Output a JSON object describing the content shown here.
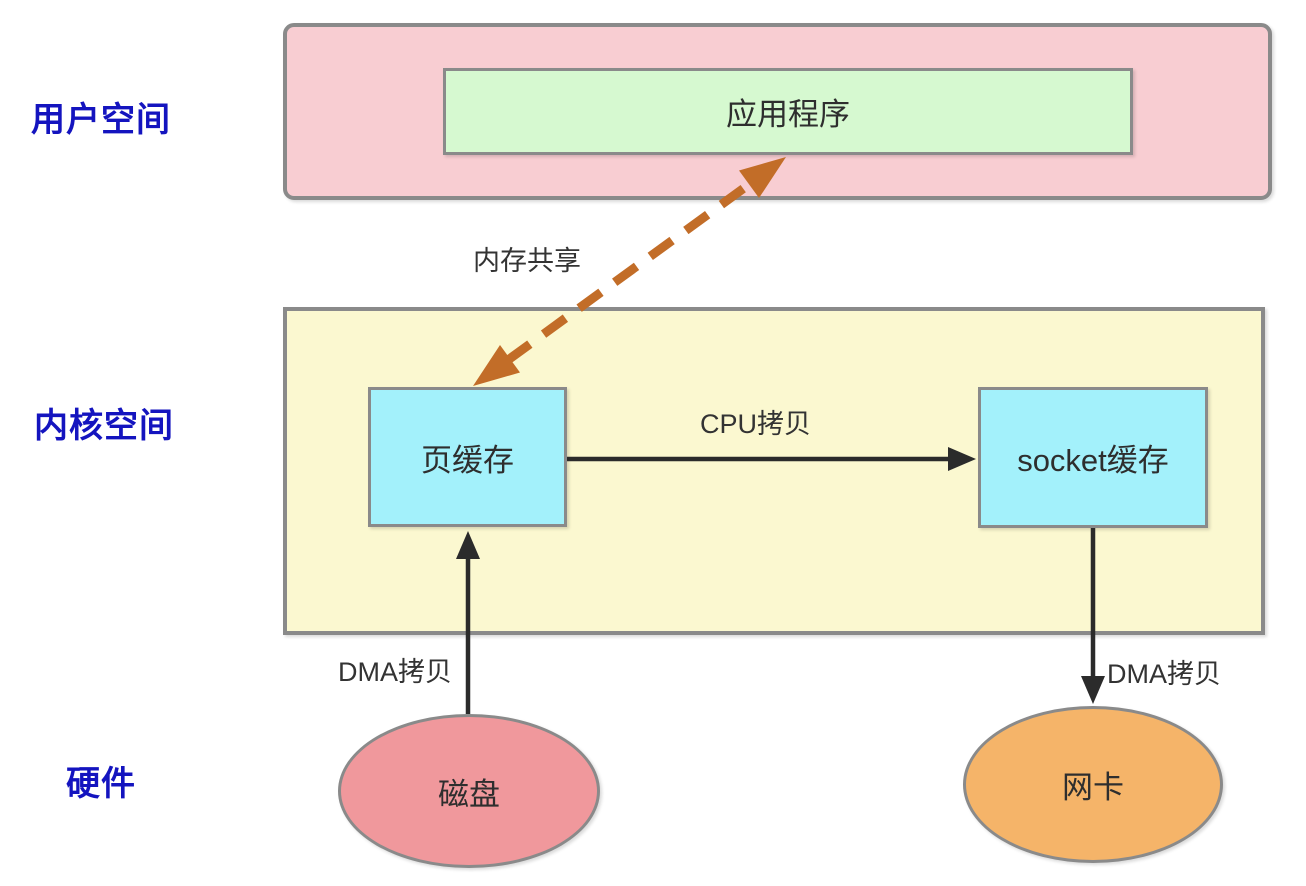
{
  "diagram": {
    "layer_labels": {
      "user_space": "用户空间",
      "kernel_space": "内核空间",
      "hardware": "硬件"
    },
    "nodes": {
      "application": "应用程序",
      "page_cache": "页缓存",
      "socket_cache": "socket缓存",
      "disk": "磁盘",
      "nic": "网卡"
    },
    "edge_labels": {
      "memory_share": "内存共享",
      "cpu_copy": "CPU拷贝",
      "dma_copy_disk": "DMA拷贝",
      "dma_copy_nic": "DMA拷贝"
    },
    "colors": {
      "user_space_fill": "#f8cdd2",
      "application_fill": "#d6f9d0",
      "kernel_fill": "#fbf8d0",
      "cache_fill": "#a3f1fb",
      "disk_fill": "#f0989c",
      "nic_fill": "#f5b469",
      "shape_border": "#8a8a8a",
      "layer_label_text": "#1414bf",
      "node_text": "#2e2e2e",
      "arrow_black": "#2b2b2b",
      "arrow_orange": "#c26d28",
      "background": "#ffffff"
    }
  }
}
